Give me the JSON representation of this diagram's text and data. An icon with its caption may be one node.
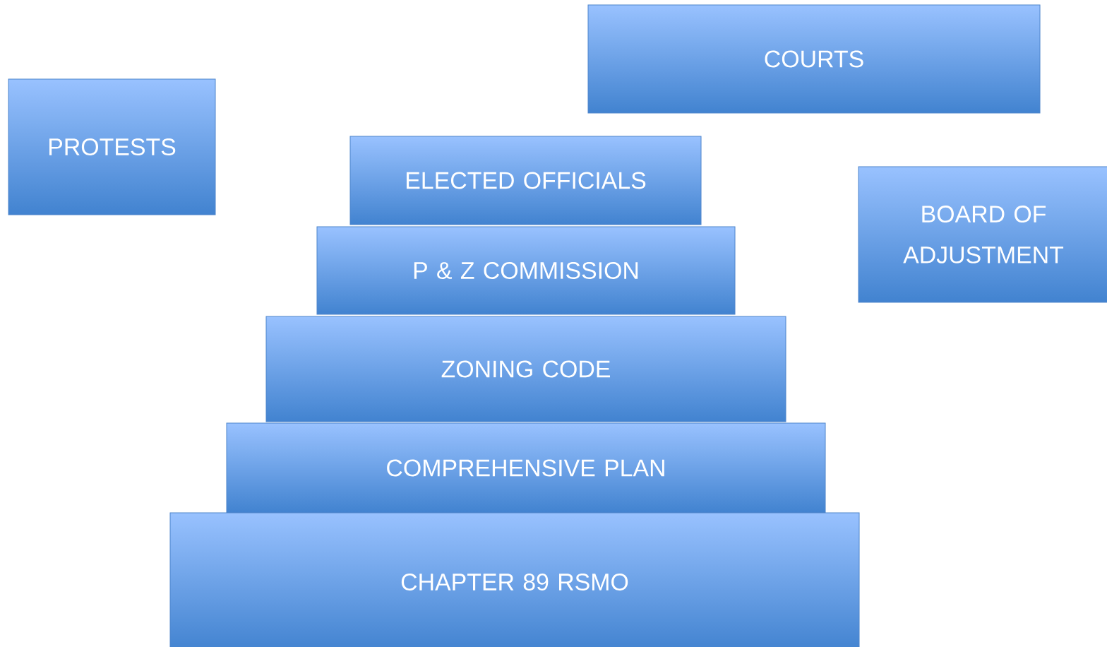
{
  "diagram": {
    "nodes": [
      {
        "text": [
          "COURTS"
        ]
      },
      {
        "text": [
          "PROTESTS"
        ]
      },
      {
        "text": [
          "ELECTED OFFICIALS"
        ]
      },
      {
        "text": [
          "BOARD OF ADJUSTMENT"
        ]
      },
      {
        "text": [
          "P & Z COMMISSION"
        ]
      },
      {
        "text": [
          "ZONING CODE"
        ]
      },
      {
        "text": [
          "COMPREHENSIVE PLAN"
        ]
      },
      {
        "text": [
          "CHAPTER 89 RSMO"
        ]
      }
    ]
  }
}
